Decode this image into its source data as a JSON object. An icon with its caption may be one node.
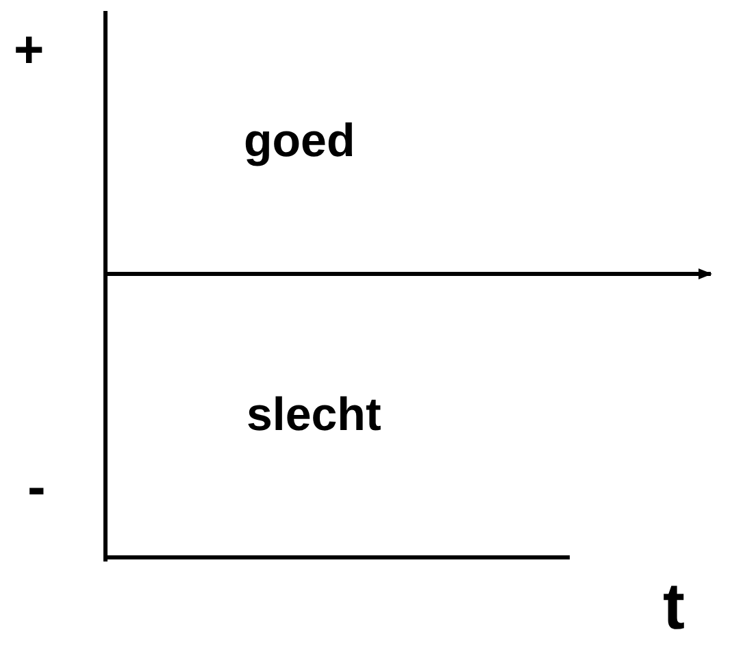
{
  "diagram": {
    "labels": [
      "+",
      "goed",
      "slecht",
      "-",
      "t"
    ]
  }
}
